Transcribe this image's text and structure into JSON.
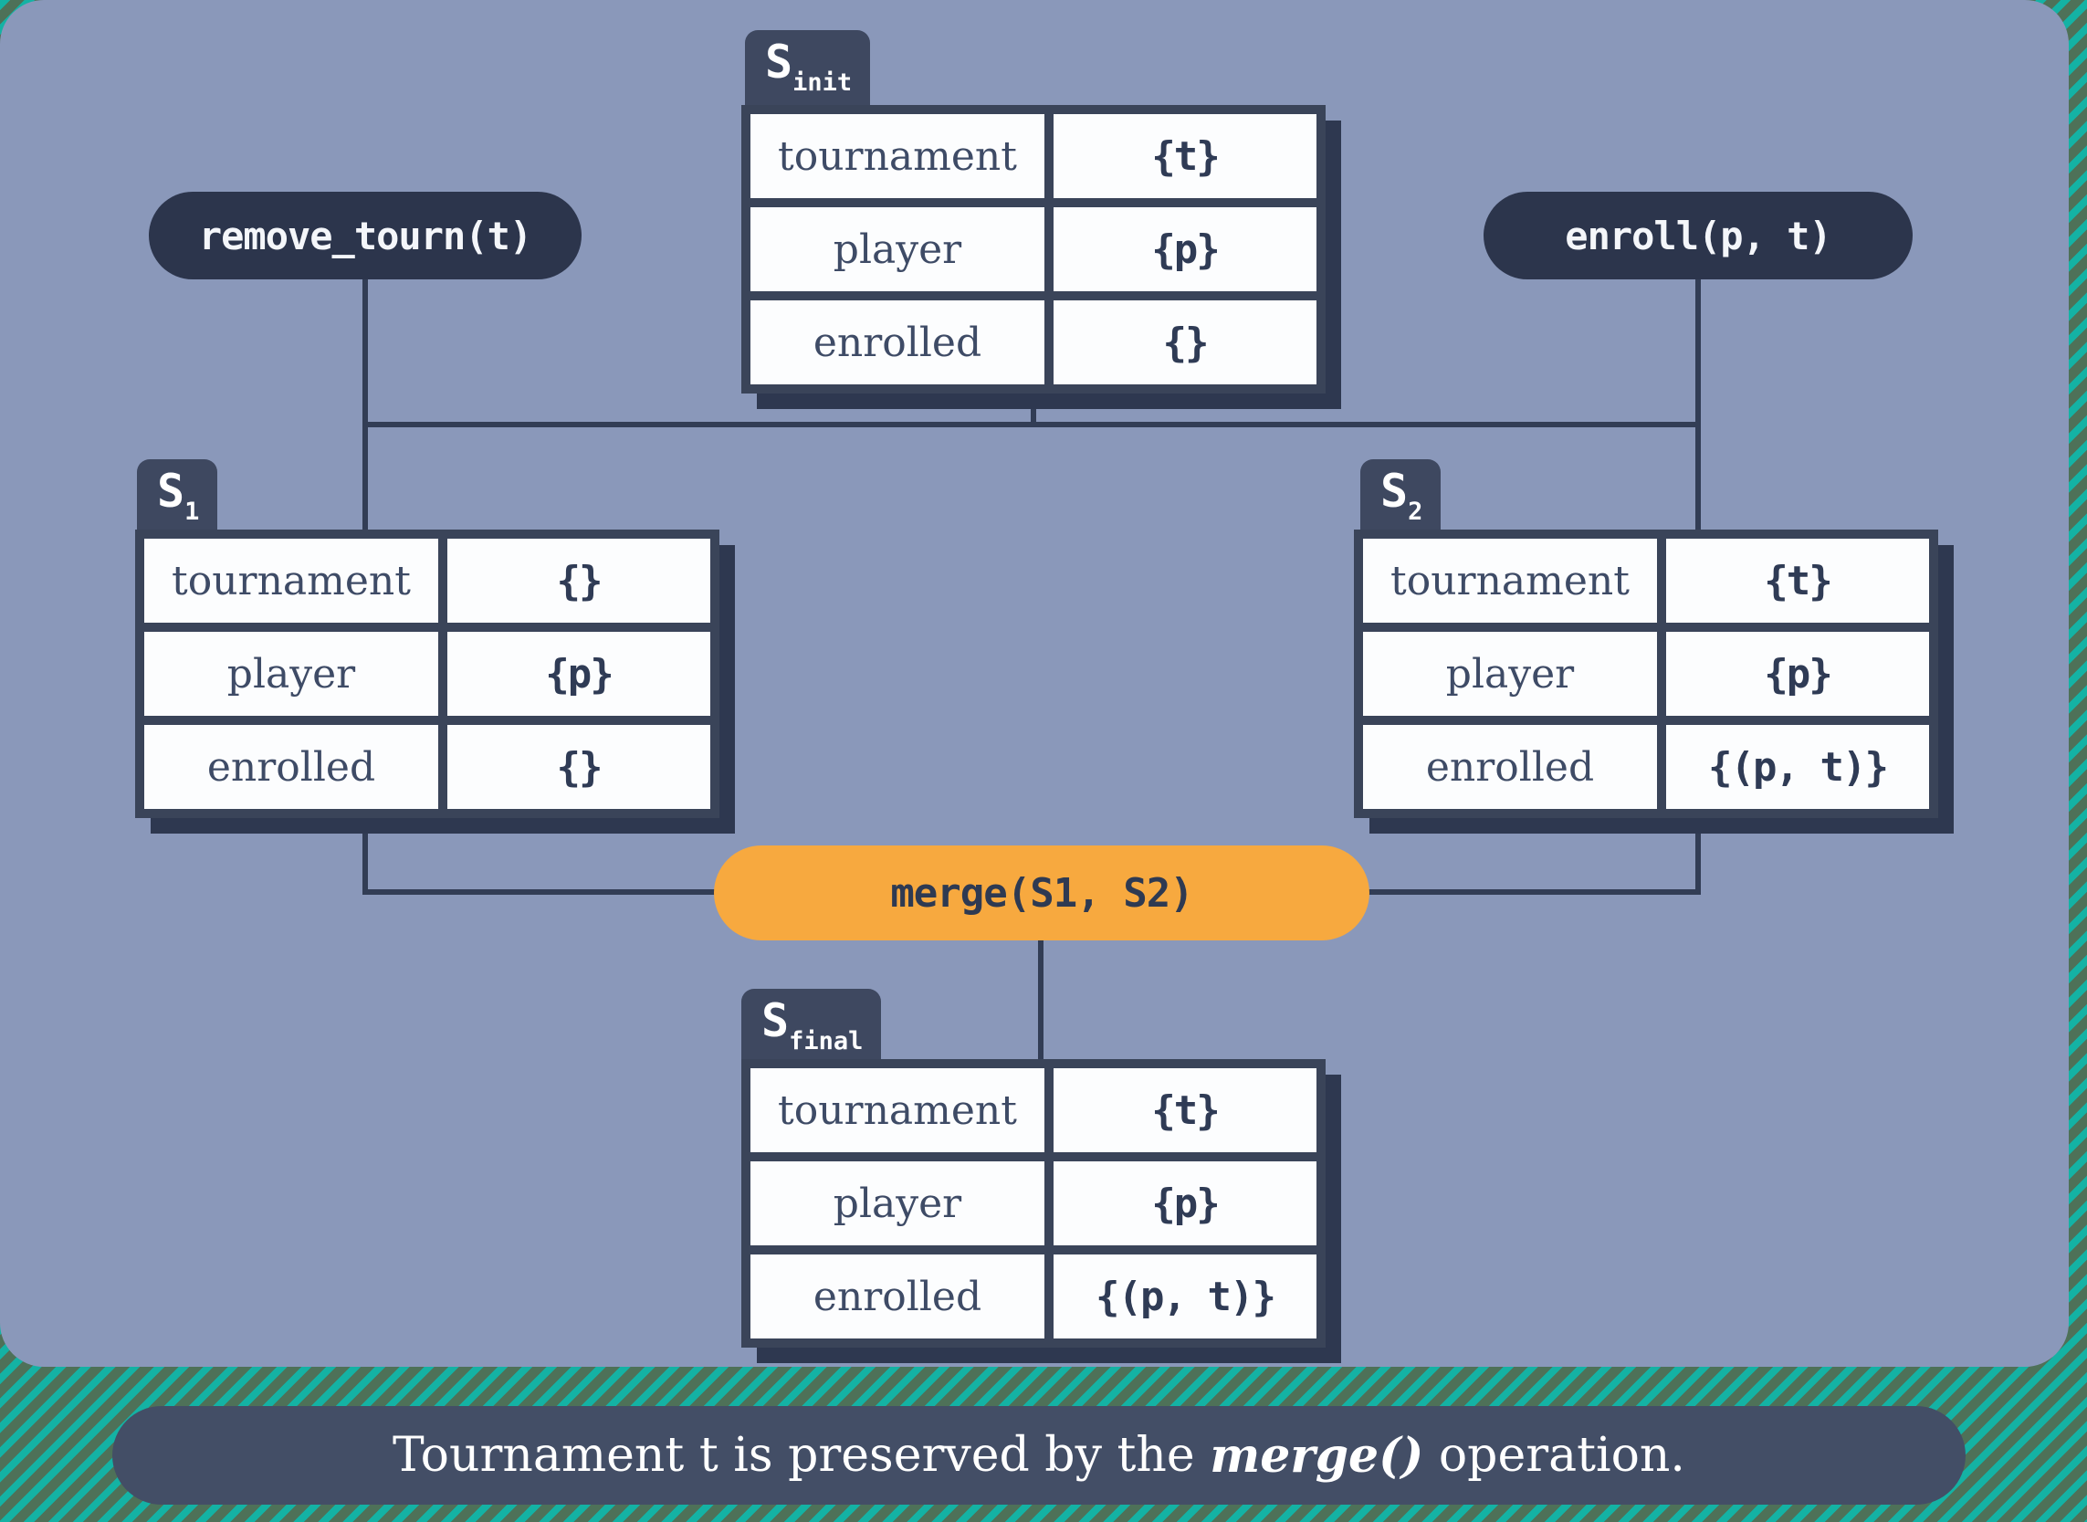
{
  "colors": {
    "panel_bg": "#8a98ba",
    "table_frame_navy": "#3a4459",
    "tab_navy": "#3e4860",
    "operation_pill_navy": "#2c354c",
    "merge_pill_orange": "#f7a93f",
    "stripe_teal": "#14b2a4",
    "stripe_green": "#4e7158",
    "caption_navy": "#434e66",
    "cell_white": "#fcfdfe"
  },
  "operations": {
    "remove_tourn": {
      "label": "remove_tourn(t)"
    },
    "enroll": {
      "label": "enroll(p, t)"
    },
    "merge": {
      "label": "merge(S1, S2)"
    }
  },
  "states": {
    "s_init": {
      "name": "S",
      "subscript": "init",
      "rows": [
        {
          "label": "tournament",
          "value": "{t}"
        },
        {
          "label": "player",
          "value": "{p}"
        },
        {
          "label": "enrolled",
          "value": "{}"
        }
      ]
    },
    "s1": {
      "name": "S",
      "subscript": "1",
      "rows": [
        {
          "label": "tournament",
          "value": "{}"
        },
        {
          "label": "player",
          "value": "{p}"
        },
        {
          "label": "enrolled",
          "value": "{}"
        }
      ]
    },
    "s2": {
      "name": "S",
      "subscript": "2",
      "rows": [
        {
          "label": "tournament",
          "value": "{t}"
        },
        {
          "label": "player",
          "value": "{p}"
        },
        {
          "label": "enrolled",
          "value": "{(p, t)}"
        }
      ]
    },
    "s_final": {
      "name": "S",
      "subscript": "final",
      "rows": [
        {
          "label": "tournament",
          "value": "{t}"
        },
        {
          "label": "player",
          "value": "{p}"
        },
        {
          "label": "enrolled",
          "value": "{(p, t)}"
        }
      ]
    }
  },
  "caption": {
    "prefix": "Tournament t is preserved by the ",
    "highlight": "merge()",
    "suffix": " operation."
  }
}
